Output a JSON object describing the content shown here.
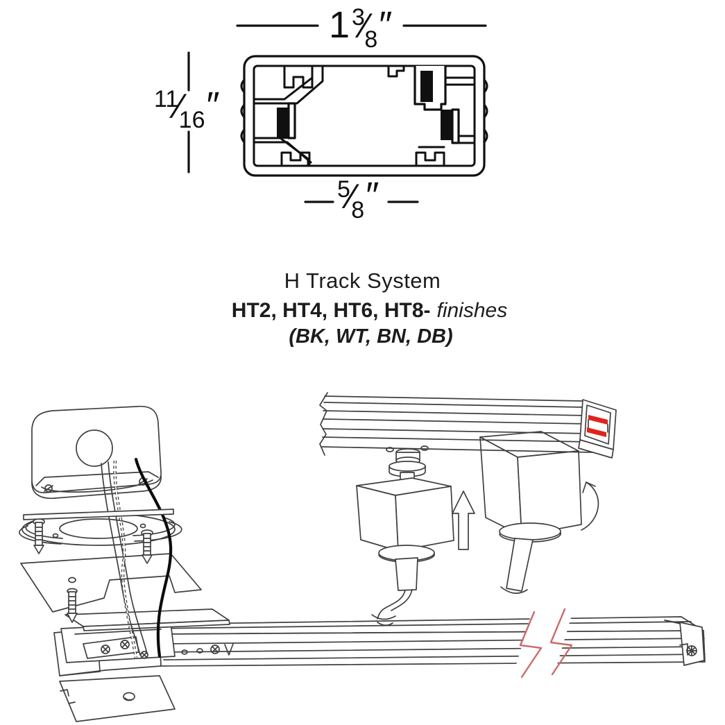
{
  "page": {
    "background": "#ffffff"
  },
  "cross_section_dimensions": {
    "fraction_slash": "⁄",
    "width": {
      "whole": "1",
      "numerator": "3",
      "denominator": "8",
      "unit": "″"
    },
    "height": {
      "numerator": "11",
      "denominator": "16",
      "unit": "″"
    },
    "slot": {
      "numerator": "5",
      "denominator": "8",
      "unit": "″"
    }
  },
  "product": {
    "title": "H Track System",
    "models": "HT2, HT4, HT6, HT8-",
    "finishes_word": "finishes",
    "finish_codes": "(BK, WT, BN, DB)"
  },
  "colors": {
    "diagram_line_primary": "#101010",
    "diagram_line_secondary": "#3f3f3f",
    "conductor_red": "#e0241c",
    "break_line_red": "#ca6a6a"
  }
}
